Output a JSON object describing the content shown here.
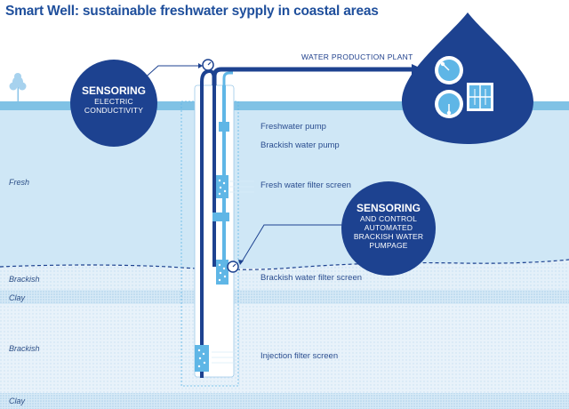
{
  "title": "Smart Well: sustainable freshwater sypply in coastal areas",
  "destination": "WATER PRODUCTION PLANT",
  "sensor_top": {
    "heading": "SENSORING",
    "lines": [
      "ELECTRIC",
      "CONDUCTIVITY"
    ]
  },
  "sensor_mid": {
    "heading": "SENSORING",
    "lines": [
      "AND CONTROL",
      "AUTOMATED",
      "BRACKISH WATER",
      "PUMPAGE"
    ]
  },
  "layers": {
    "fresh": "Fresh",
    "brackish_upper": "Brackish",
    "clay_upper": "Clay",
    "brackish_lower": "Brackish",
    "clay_lower": "Clay"
  },
  "components": {
    "freshwater_pump": "Freshwater pump",
    "brackish_pump": "Brackish water pump",
    "fresh_filter": "Fresh water filter screen",
    "brackish_filter": "Brackish water filter screen",
    "injection_filter": "Injection filter screen"
  },
  "colors": {
    "ground_surface": "#7ec0e4",
    "fresh_zone": "#cde6f6",
    "brackish_zone": "#e3f0f9",
    "clay_band": "#d9ebf7",
    "navy": "#1d4290",
    "pipe_light": "#5fb6e6"
  }
}
